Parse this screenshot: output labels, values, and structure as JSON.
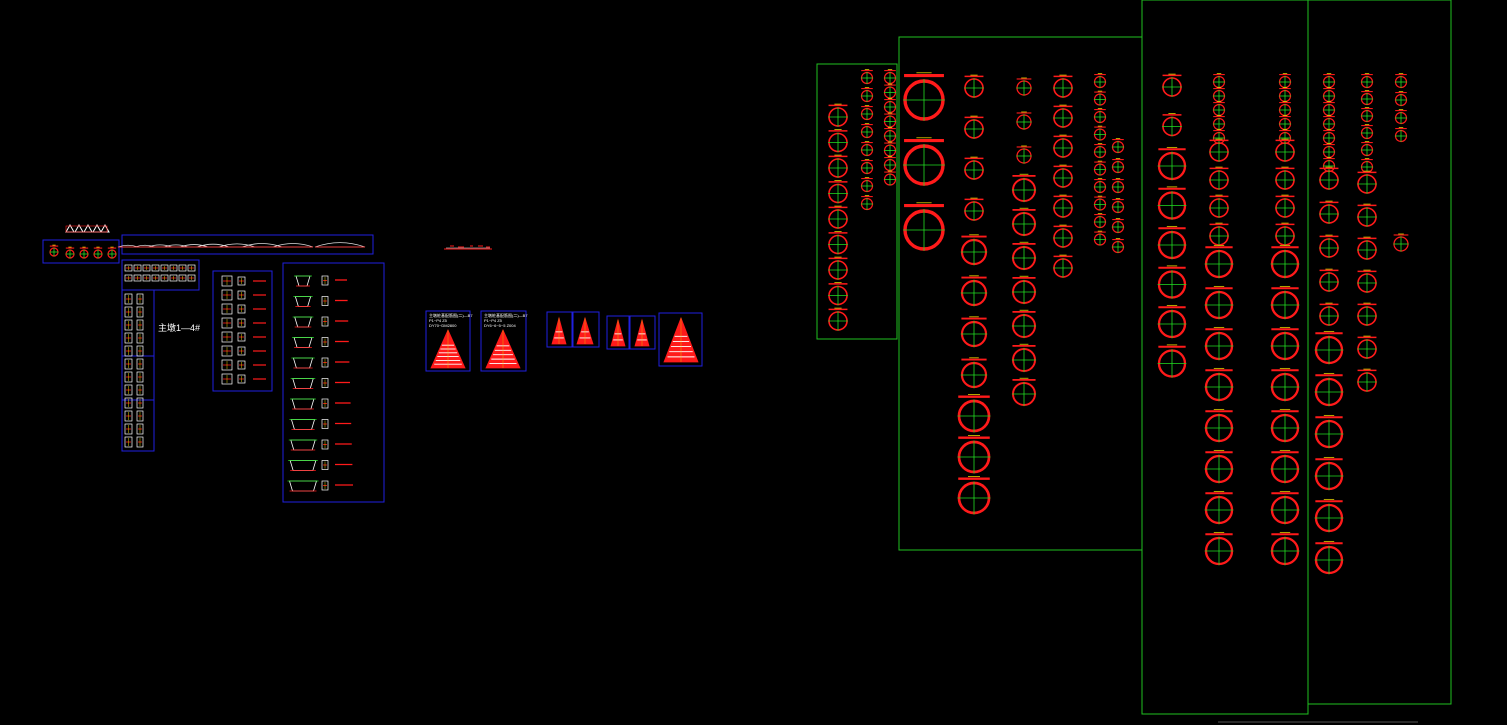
{
  "viewport": {
    "background": "#000000"
  },
  "colors": {
    "sheet_frame_blue": "#2020e0",
    "sheet_frame_green": "#20c020",
    "section_red": "#ff1a1a",
    "centerline_green": "#22dd22",
    "label_white": "#ffffff",
    "dim_yellow": "#e0d000"
  },
  "annotations": {
    "pier_range_label": "主墩1—4#",
    "tower_sheet_1_lines": [
      "主墩桩基配筋图(二)—B7",
      "P1~P4 Z5",
      "DY70~DM2800"
    ],
    "tower_sheet_2_lines": [
      "主墩桩基配筋图(二)—B7",
      "P1~P4 Z5",
      "DY6~6~5~5 Z004"
    ]
  },
  "icons": {
    "pipe_section": "circle-crosshair-icon",
    "tower_section": "triangle-hatch-icon"
  },
  "pipe_sheets": {
    "sheet_a": {
      "columns": [
        {
          "count": 9,
          "size": "small"
        },
        {
          "count": 8,
          "size": "tiny"
        },
        {
          "count": 8,
          "size": "tiny"
        }
      ]
    },
    "sheet_b": {
      "columns": [
        {
          "count": 3,
          "size": "xlarge"
        },
        {
          "count": 11,
          "size": "medium"
        },
        {
          "count": 10,
          "size": "medium"
        },
        {
          "count": 7,
          "size": "small"
        },
        {
          "count": 10,
          "size": "tiny"
        },
        {
          "count": 6,
          "size": "tiny"
        }
      ]
    },
    "sheet_c": {
      "columns": [
        {
          "count": 8,
          "size": "medium"
        },
        {
          "count": 17,
          "size": "medium"
        },
        {
          "count": 17,
          "size": "medium"
        }
      ]
    },
    "sheet_d": {
      "columns": [
        {
          "count": 18,
          "size": "medium"
        },
        {
          "count": 13,
          "size": "medium"
        },
        {
          "count": 5,
          "size": "tiny"
        }
      ]
    }
  }
}
